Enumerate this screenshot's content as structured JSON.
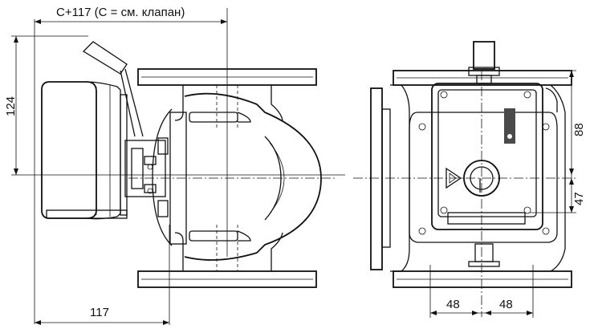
{
  "dimensions": {
    "top_width": "C+117 (С = см. клапан)",
    "left_height": "124",
    "bottom_width": "117",
    "right_upper": "88",
    "right_lower": "47",
    "bottom_left_48": "48",
    "bottom_right_48": "48"
  }
}
